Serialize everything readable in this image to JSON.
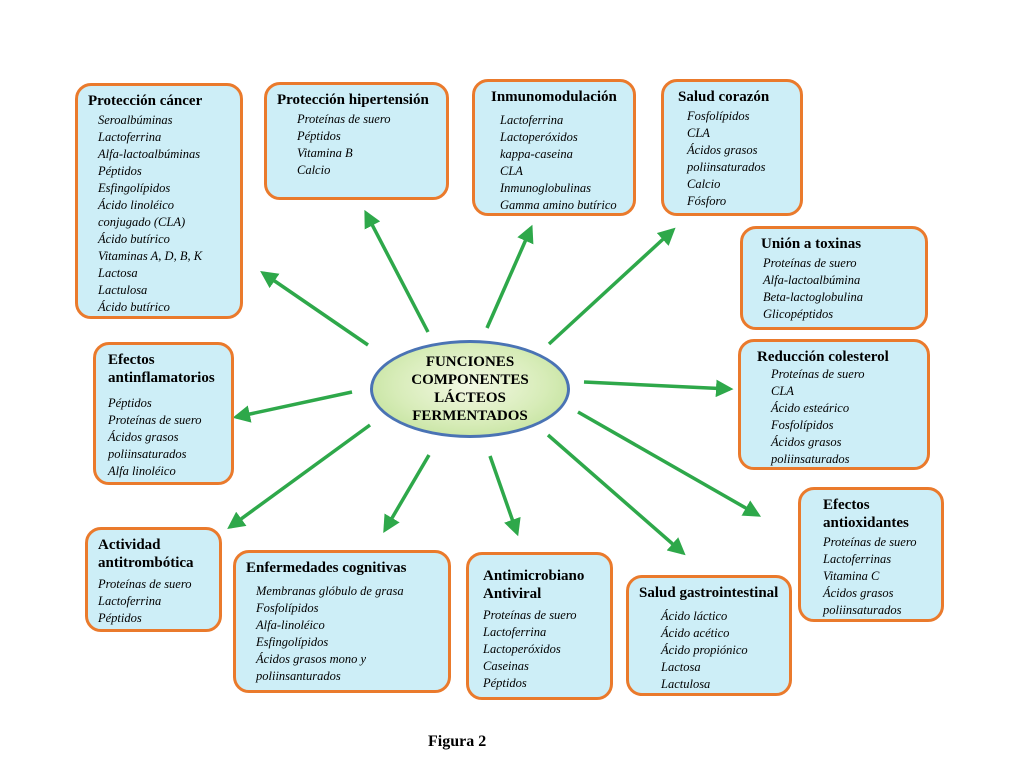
{
  "center": {
    "title": "FUNCIONES\nCOMPONENTES\nLÁCTEOS\nFERMENTADOS"
  },
  "boxes": [
    {
      "id": "proteccion-cancer",
      "title": "Protección cáncer",
      "items": [
        "Seroalbúminas",
        "Lactoferrina",
        "Alfa-lactoalbúminas",
        "Péptidos",
        "Esfingolípidos",
        "Ácido linoléico",
        "conjugado (CLA)",
        "Ácido butírico",
        "Vitaminas A, D, B, K",
        "Lactosa",
        "Lactulosa",
        "Ácido butírico"
      ]
    },
    {
      "id": "proteccion-hipertension",
      "title": "Protección hipertensión",
      "items": [
        "Proteínas de suero",
        "Péptidos",
        "Vitamina B",
        "Calcio"
      ]
    },
    {
      "id": "inmunomodulacion",
      "title": "Inmunomodulación",
      "items": [
        "Lactoferrina",
        "Lactoperóxidos",
        "kappa-caseina",
        "CLA",
        "Inmunoglobulinas",
        "Gamma amino butírico"
      ]
    },
    {
      "id": "salud-corazon",
      "title": "Salud corazón",
      "items": [
        "Fosfolípidos",
        "CLA",
        "Ácidos grasos",
        "poliinsaturados",
        "Calcio",
        "Fósforo"
      ]
    },
    {
      "id": "union-toxinas",
      "title": "Unión a toxinas",
      "items": [
        "Proteínas de suero",
        "Alfa-lactoalbúmina",
        "Beta-lactoglobulina",
        "Glicopéptidos"
      ]
    },
    {
      "id": "reduccion-colesterol",
      "title": "Reducción colesterol",
      "items": [
        "Proteínas de suero",
        "CLA",
        "Ácido esteárico",
        "Fosfolípidos",
        "Ácidos grasos",
        "poliinsaturados"
      ]
    },
    {
      "id": "efectos-antioxidantes",
      "title": "Efectos antioxidantes",
      "items": [
        "Proteínas de suero",
        "Lactoferrinas",
        "Vitamina C",
        "Ácidos grasos",
        "poliinsaturados"
      ]
    },
    {
      "id": "salud-gastrointestinal",
      "title": "Salud gastrointestinal",
      "items": [
        "Ácido láctico",
        "Ácido acético",
        "Ácido propiónico",
        "Lactosa",
        "Lactulosa"
      ]
    },
    {
      "id": "antimicrobiano-antiviral",
      "title": "Antimicrobiano Antiviral",
      "items": [
        "Proteínas de suero",
        "Lactoferrina",
        "Lactoperóxidos",
        "Caseinas",
        "Péptidos"
      ]
    },
    {
      "id": "enfermedades-cognitivas",
      "title": "Enfermedades cognitivas",
      "items": [
        "Membranas glóbulo de grasa",
        "Fosfolípidos",
        "Alfa-linoléico",
        "Esfingolípidos",
        "Ácidos grasos mono y",
        "poliinsanturados"
      ]
    },
    {
      "id": "actividad-antitrombotica",
      "title": "Actividad antitrombótica",
      "items": [
        "Proteínas de suero",
        "Lactoferrina",
        "Péptidos"
      ]
    },
    {
      "id": "efectos-antiinflamatorios",
      "title": "Efectos antinflamatorios",
      "items": [
        "Péptidos",
        "Proteínas de suero",
        "Ácidos grasos",
        "poliinsaturados",
        "Alfa linoléico"
      ]
    }
  ],
  "caption": "Figura 2",
  "colors": {
    "arrow": "#2ea84a",
    "box_fill": "#cdeef7",
    "box_border": "#ea7a2c",
    "ellipse_border": "#4a73b4",
    "ellipse_fill": "#d7ecb8"
  }
}
